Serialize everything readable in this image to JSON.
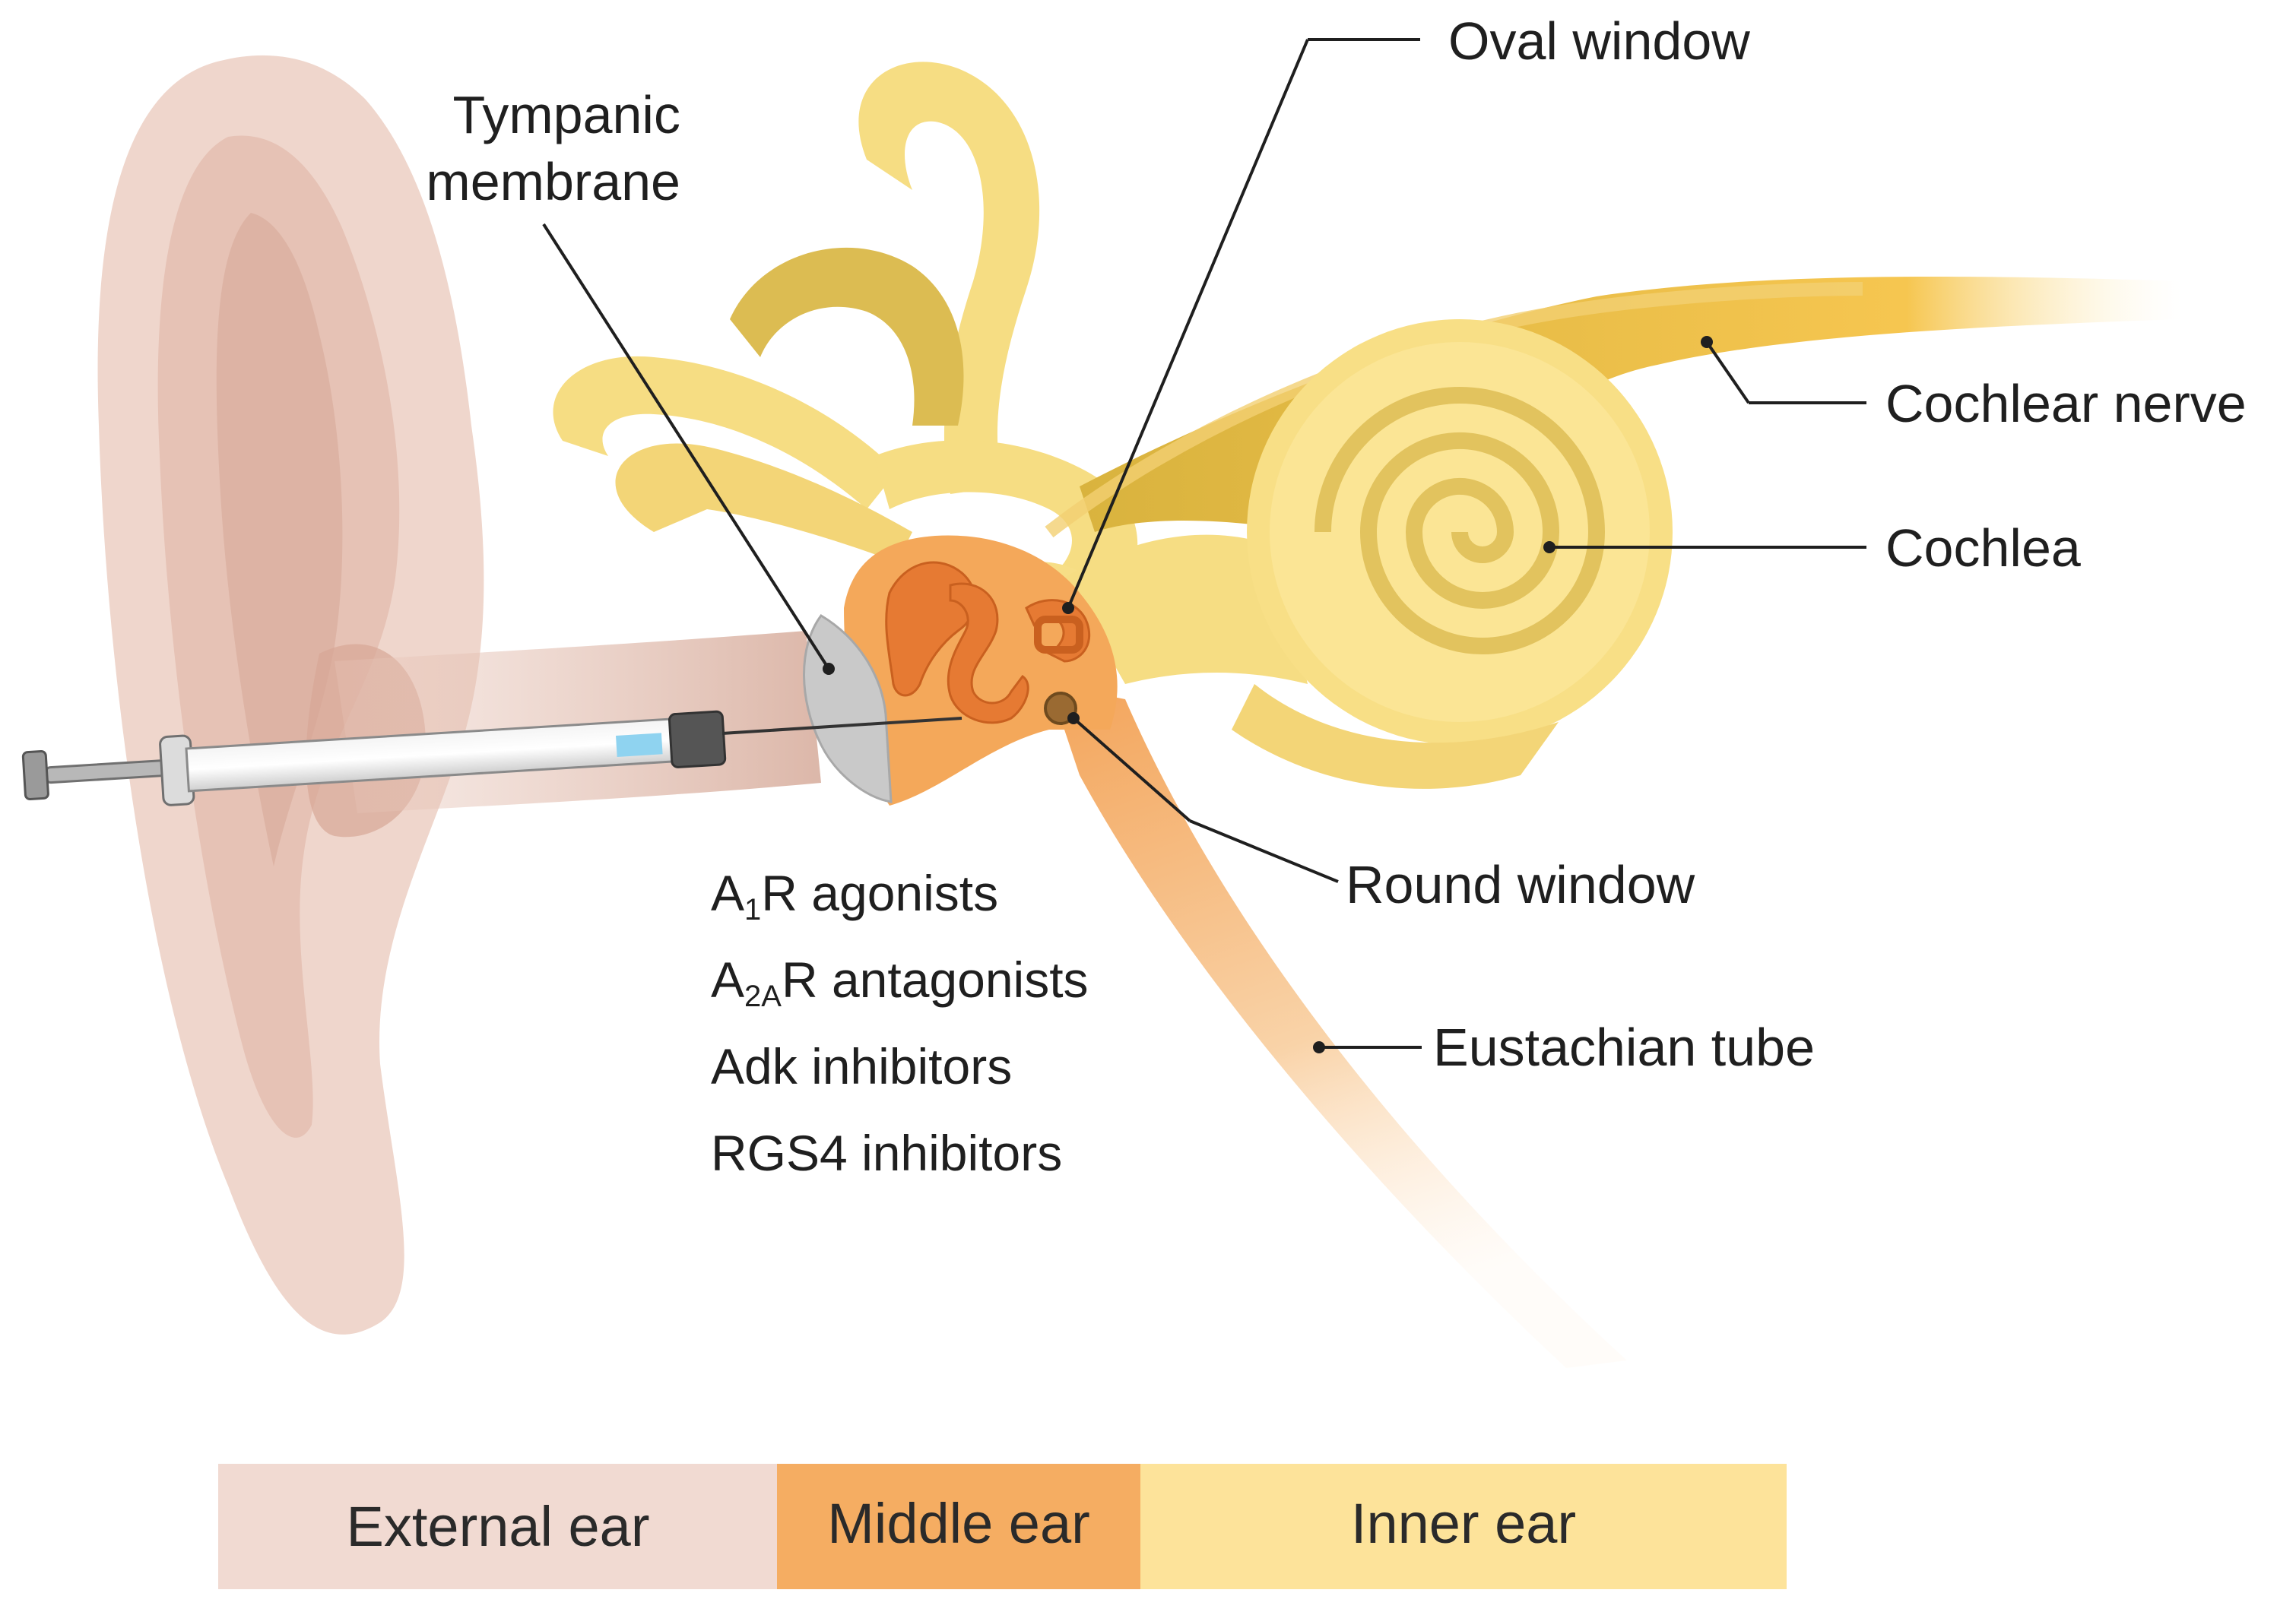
{
  "labels": {
    "tympanic_line1": "Tympanic",
    "tympanic_line2": "membrane",
    "oval_window": "Oval window",
    "cochlear_nerve": "Cochlear nerve",
    "cochlea": "Cochlea",
    "round_window": "Round window",
    "eustachian_tube": "Eustachian tube"
  },
  "drugs": [
    {
      "base": "A",
      "sub": "1",
      "rest": "R agonists"
    },
    {
      "base": "A",
      "sub": "2A",
      "rest": "R antagonists"
    },
    {
      "base": "",
      "sub": "",
      "rest": "Adk inhibitors"
    },
    {
      "base": "",
      "sub": "",
      "rest": "RGS4 inhibitors"
    }
  ],
  "regions": [
    {
      "label": "External ear",
      "color": "#f1dad2"
    },
    {
      "label": "Middle ear",
      "color": "#f5ad62"
    },
    {
      "label": "Inner ear",
      "color": "#fde39a"
    }
  ],
  "colors": {
    "skin": "#efd5cb",
    "skin_dark": "#e2bcae",
    "bone_yellow": "#f7de86",
    "bone_dark": "#dcbc52",
    "middle_orange": "#f4a85a",
    "ossicle": "#e67a33",
    "membrane": "#c9c9c9"
  }
}
